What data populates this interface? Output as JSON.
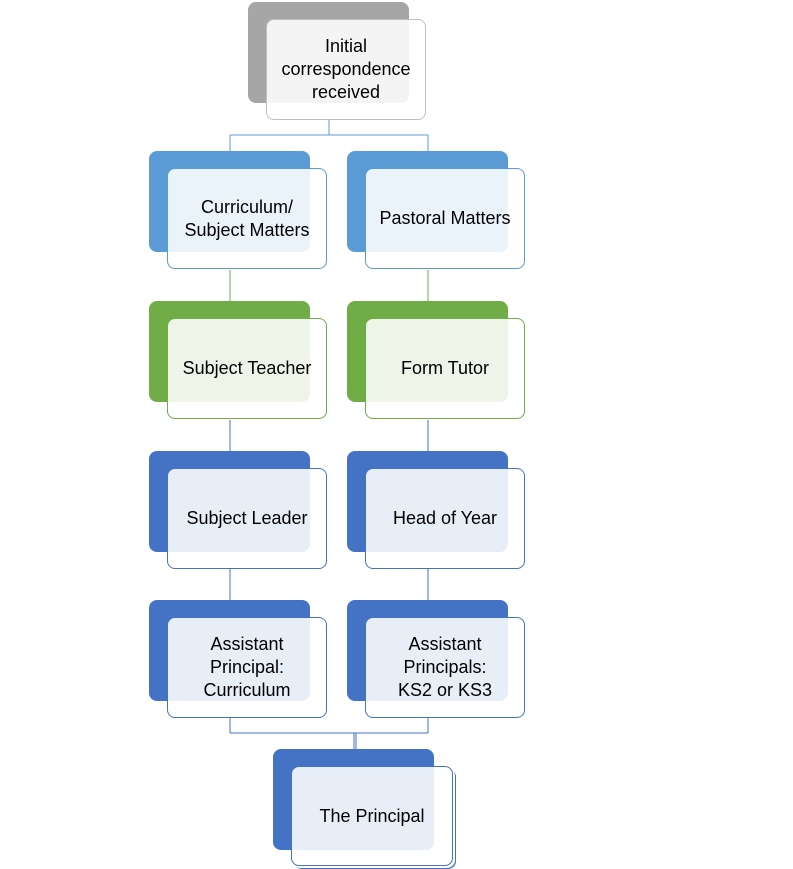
{
  "diagram": {
    "root": {
      "label": "Initial\ncorrespondence\nreceived"
    },
    "branches": [
      {
        "category": {
          "label": "Curriculum/\nSubject Matters"
        },
        "steps": [
          {
            "label": "Subject Teacher"
          },
          {
            "label": "Subject Leader"
          },
          {
            "label": "Assistant\nPrincipal:\nCurriculum"
          }
        ]
      },
      {
        "category": {
          "label": "Pastoral Matters"
        },
        "steps": [
          {
            "label": "Form Tutor"
          },
          {
            "label": "Head of Year"
          },
          {
            "label": "Assistant\nPrincipals:\nKS2 or KS3"
          }
        ]
      }
    ],
    "final": {
      "label": "The Principal"
    },
    "colors": {
      "root": "#a6a6a6",
      "category": "#5b9bd5",
      "tier1": "#70ad47",
      "tier2": "#4472c4",
      "tier3": "#4472c4",
      "final": "#4472c4",
      "connector": "#5b9bd5",
      "connector_green": "#70ad47"
    }
  }
}
